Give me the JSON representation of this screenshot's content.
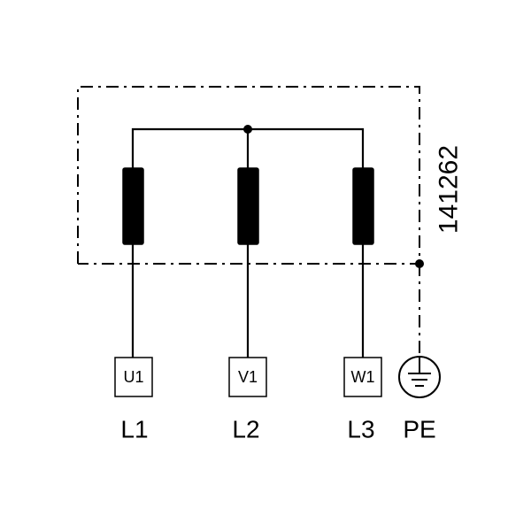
{
  "diagram": {
    "code": "141262",
    "terminals": [
      {
        "label": "U1",
        "line": "L1"
      },
      {
        "label": "V1",
        "line": "L2"
      },
      {
        "label": "W1",
        "line": "L3"
      }
    ],
    "earth": {
      "line": "PE"
    }
  }
}
